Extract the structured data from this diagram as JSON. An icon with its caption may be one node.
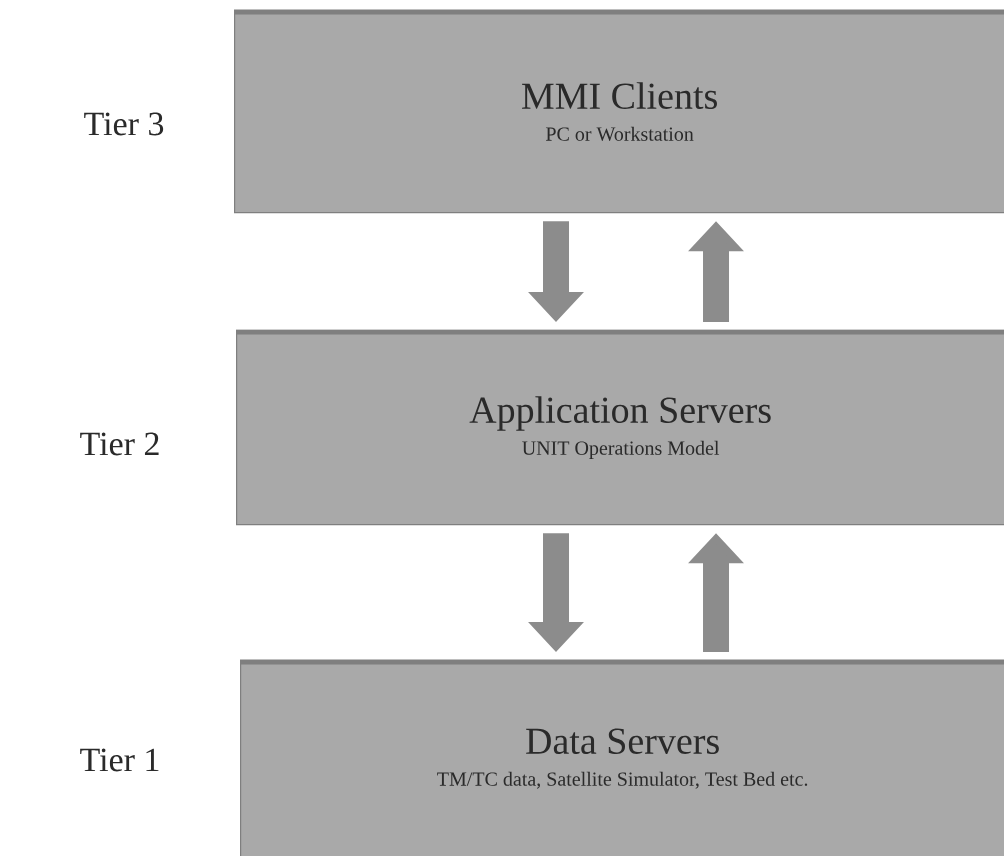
{
  "diagram": {
    "nodes": [
      {
        "text": [
          "MMI Clients",
          "PC or Workstation"
        ],
        "beside": [
          "Tier 3"
        ]
      },
      {
        "text": [
          "Application Servers",
          "UNIT Operations Model"
        ],
        "beside": [
          "Tier 2"
        ]
      },
      {
        "text": [
          "Data Servers",
          "TM/TC data, Satellite Simulator, Test Bed etc."
        ],
        "beside": [
          "Tier 1"
        ]
      }
    ],
    "edges": [
      {
        "from": 0,
        "to": 1,
        "arrow": "to"
      },
      {
        "from": 1,
        "to": 0,
        "arrow": "to"
      },
      {
        "from": 1,
        "to": 2,
        "arrow": "to"
      },
      {
        "from": 2,
        "to": 1,
        "arrow": "to"
      }
    ]
  }
}
